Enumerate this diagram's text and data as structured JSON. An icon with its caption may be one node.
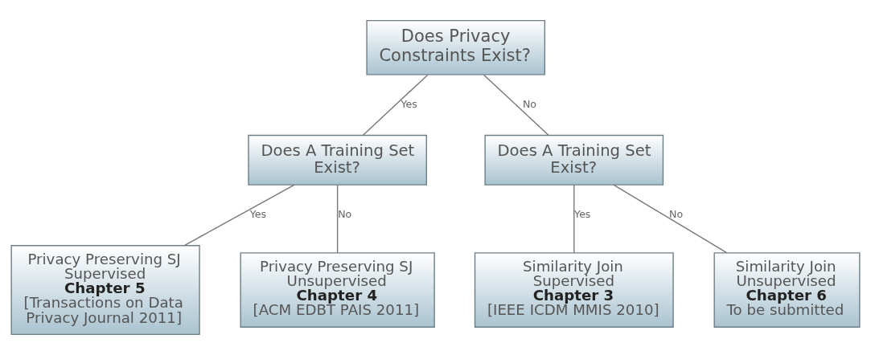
{
  "diagram": {
    "nodes": [
      {
        "text": [
          "Does Privacy Constraints Exist?"
        ]
      },
      {
        "text": [
          "Does A Training Set Exist?"
        ]
      },
      {
        "text": [
          "Does A Training Set Exist?"
        ]
      },
      {
        "text": [
          "Privacy Preserving SJ Supervised",
          "Chapter 5",
          "[Transactions on Data Privacy Journal 2011]"
        ]
      },
      {
        "text": [
          "Privacy Preserving SJ Unsupervised",
          "Chapter 4",
          "[ACM EDBT PAIS 2011]"
        ]
      },
      {
        "text": [
          "Similarity Join Supervised",
          "Chapter 3",
          "[IEEE ICDM MMIS 2010]"
        ]
      },
      {
        "text": [
          "Similarity Join Unsupervised",
          "Chapter 6",
          "To be submitted"
        ]
      }
    ],
    "edges": [
      {
        "from": 0,
        "to": 1,
        "arrow": "none",
        "label": "Yes"
      },
      {
        "from": 0,
        "to": 2,
        "arrow": "none",
        "label": "No"
      },
      {
        "from": 1,
        "to": 3,
        "arrow": "none",
        "label": "Yes"
      },
      {
        "from": 1,
        "to": 4,
        "arrow": "none",
        "label": "No"
      },
      {
        "from": 2,
        "to": 5,
        "arrow": "none",
        "label": "Yes"
      },
      {
        "from": 2,
        "to": 6,
        "arrow": "none",
        "label": "No"
      }
    ]
  }
}
